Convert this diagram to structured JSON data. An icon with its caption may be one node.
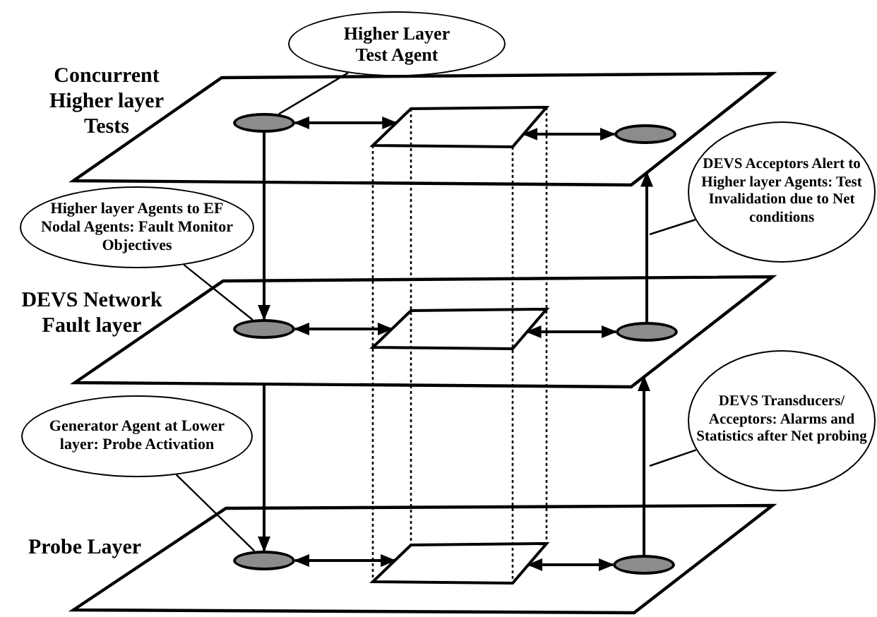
{
  "diagram": {
    "nodes": [
      {
        "text": [
          "Concurrent Higher layer Tests"
        ]
      },
      {
        "text": [],
        "shape": "ellipse",
        "in": 0
      },
      {
        "text": [],
        "shape": "parallelogram",
        "in": 0
      },
      {
        "text": [],
        "shape": "ellipse",
        "in": 0
      },
      {
        "text": [
          "DEVS Network Fault layer"
        ]
      },
      {
        "text": [],
        "shape": "ellipse",
        "in": 4
      },
      {
        "text": [],
        "shape": "parallelogram",
        "in": 4
      },
      {
        "text": [],
        "shape": "ellipse",
        "in": 4
      },
      {
        "text": [
          "Probe Layer"
        ]
      },
      {
        "text": [],
        "shape": "ellipse",
        "in": 8
      },
      {
        "text": [],
        "shape": "parallelogram",
        "in": 8
      },
      {
        "text": [],
        "shape": "ellipse",
        "in": 8
      },
      {
        "text": [
          "Higher Layer Test Agent"
        ]
      },
      {
        "text": [
          "Higher layer Agents to EF Nodal Agents: Fault Monitor Objectives"
        ]
      },
      {
        "text": [
          "DEVS Acceptors Alert to Higher layer Agents: Test Invalidation due to Net conditions"
        ]
      },
      {
        "text": [
          "Generator Agent at Lower layer: Probe Activation"
        ]
      },
      {
        "text": [
          "DEVS Transducers/ Acceptors: Alarms and Statistics after Net probing"
        ]
      }
    ],
    "edges": [
      {
        "from": 1,
        "to": 2,
        "arrow": "both"
      },
      {
        "from": 2,
        "to": 3,
        "arrow": "both"
      },
      {
        "from": 5,
        "to": 6,
        "arrow": "both"
      },
      {
        "from": 6,
        "to": 7,
        "arrow": "both"
      },
      {
        "from": 9,
        "to": 10,
        "arrow": "both"
      },
      {
        "from": 10,
        "to": 11,
        "arrow": "both"
      },
      {
        "from": 1,
        "to": 5,
        "arrow": "to"
      },
      {
        "from": 4,
        "to": 9,
        "arrow": "to"
      },
      {
        "from": 7,
        "to": 0,
        "arrow": "to"
      },
      {
        "from": 11,
        "to": 4,
        "arrow": "to"
      },
      {
        "from": 12,
        "to": 1,
        "arrow": "none"
      },
      {
        "from": 13,
        "to": 5,
        "arrow": "none"
      },
      {
        "from": 15,
        "to": 9,
        "arrow": "none"
      },
      {
        "from": 14,
        "to": null,
        "arrow": "none"
      },
      {
        "from": 16,
        "to": null,
        "arrow": "none"
      }
    ]
  }
}
